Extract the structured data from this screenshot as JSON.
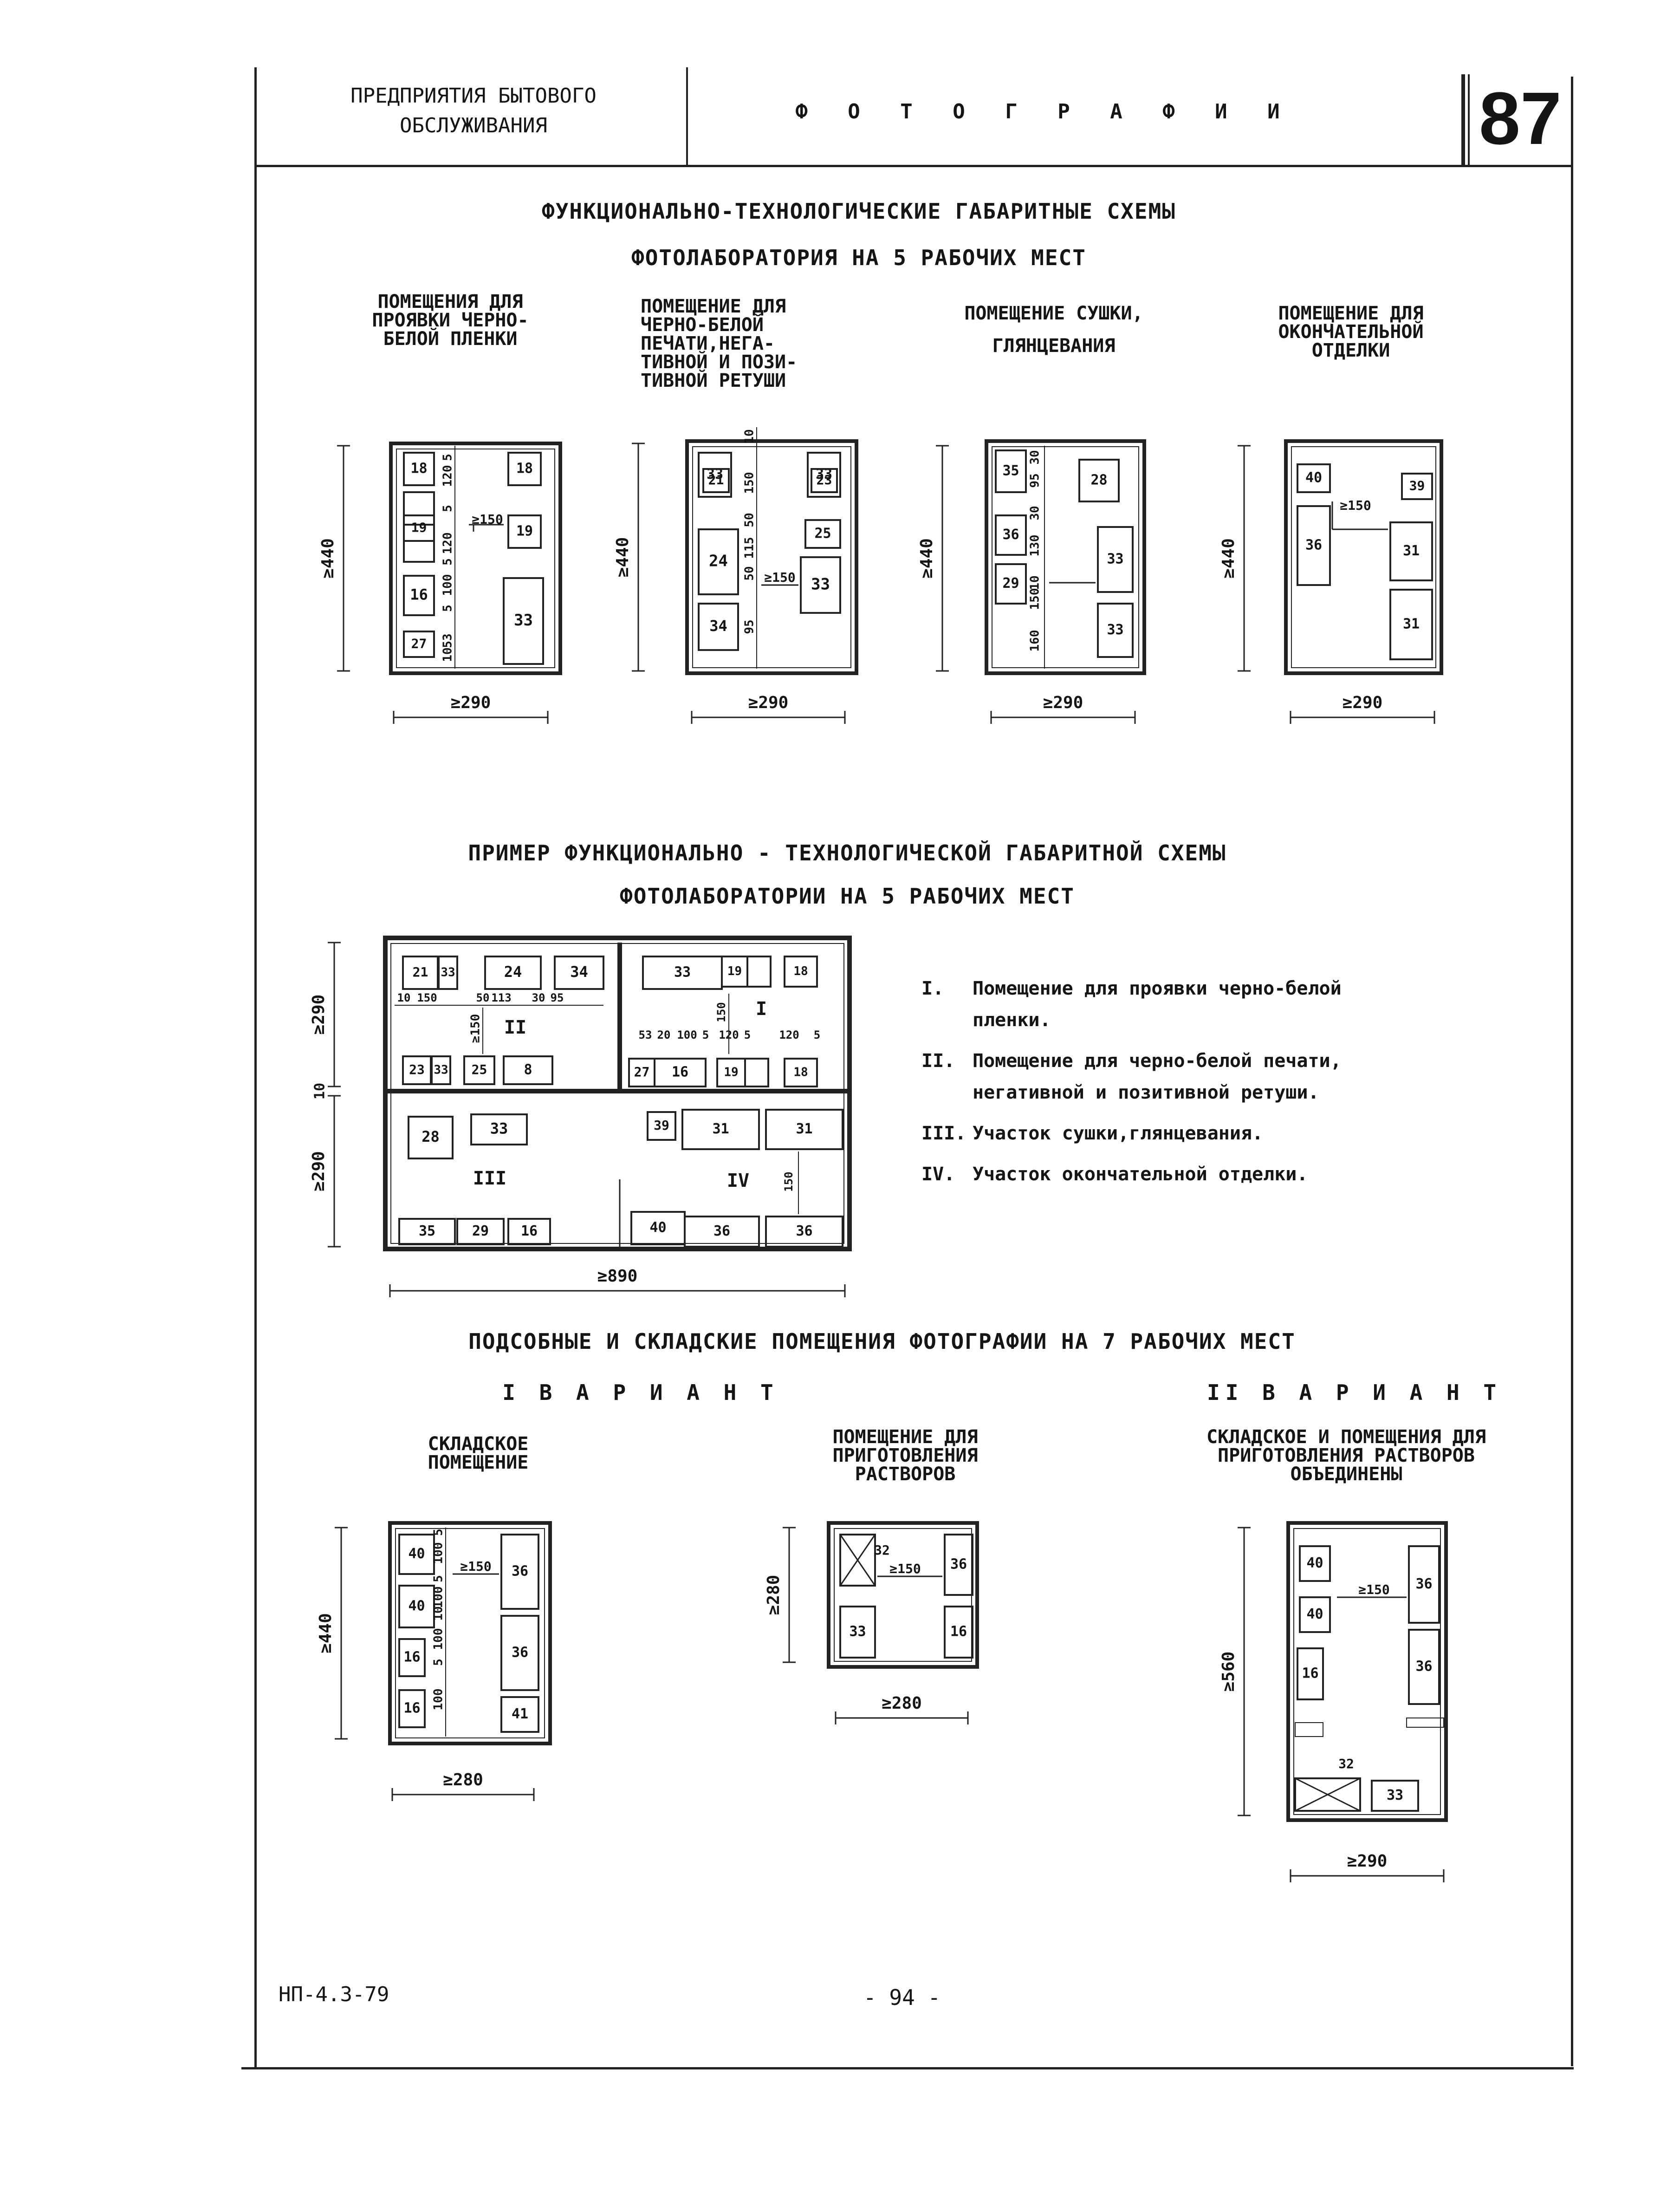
{
  "header": {
    "org_line1": "ПРЕДПРИЯТИЯ БЫТОВОГО",
    "org_line2": "ОБСЛУЖИВАНИЯ",
    "section": "Ф О Т О Г Р А Ф И И",
    "sheet_number": "87"
  },
  "section1": {
    "title1": "ФУНКЦИОНАЛЬНО-ТЕХНОЛОГИЧЕСКИЕ ГАБАРИТНЫЕ СХЕМЫ",
    "title2": "ФОТОЛАБОРАТОРИЯ НА 5 РАБОЧИХ МЕСТ",
    "labels": [
      "ПОМЕЩЕНИЯ ДЛЯ\nПРОЯВКИ ЧЕРНО-\nБЕЛОЙ ПЛЕНКИ",
      "ПОМЕЩЕНИЕ ДЛЯ\nЧЕРНО-БЕЛОЙ\nПЕЧАТИ,НЕГА-\nТИВНОЙ И ПОЗИ-\nТИВНОЙ РЕТУШИ",
      "ПОМЕЩЕНИЕ СУШКИ,\nГЛЯНЦЕВАНИЯ",
      "ПОМЕЩЕНИЕ ДЛЯ\nОКОНЧАТЕЛЬНОЙ\nОТДЕЛКИ"
    ]
  },
  "section2": {
    "title1": "ПРИМЕР ФУНКЦИОНАЛЬНО - ТЕХНОЛОГИЧЕСКОЙ ГАБАРИТНОЙ СХЕМЫ",
    "title2": "ФОТОЛАБОРАТОРИИ НА 5 РАБОЧИХ МЕСТ",
    "legend": [
      {
        "num": "I.",
        "text": "Помещение для проявки черно-белой"
      },
      {
        "num": "",
        "text": "пленки."
      },
      {
        "num": "II.",
        "text": "Помещение для черно-белой печати,"
      },
      {
        "num": "",
        "text": "негативной и позитивной ретуши."
      },
      {
        "num": "III.",
        "text": "Участок сушки,глянцевания."
      },
      {
        "num": "IV.",
        "text": "Участок окончательной отделки."
      }
    ]
  },
  "section3": {
    "title": "ПОДСОБНЫЕ И СКЛАДСКИЕ ПОМЕЩЕНИЯ ФОТОГРАФИИ НА 7 РАБОЧИХ МЕСТ",
    "variant1": "I В А Р И А Н Т",
    "variant2": "II В А Р И А Н Т",
    "labels": [
      "СКЛАДСКОЕ\nПОМЕЩЕНИЕ",
      "ПОМЕЩЕНИЕ ДЛЯ\nПРИГОТОВЛЕНИЯ\nРАСТВОРОВ",
      "СКЛАДСКОЕ И ПОМЕЩЕНИЯ ДЛЯ\nПРИГОТОВЛЕНИЯ РАСТВОРОВ\nОБЪЕДИНЕНЫ"
    ]
  },
  "plans": {
    "p1": {
      "h": "≥440",
      "w": "≥290",
      "items": [
        "18",
        "19",
        "16",
        "27",
        "18",
        "19",
        "33"
      ],
      "dims": [
        "5",
        "120",
        "5",
        "120",
        "5",
        "100",
        "5",
        "53",
        "10"
      ],
      "clear": "≥150"
    },
    "p2": {
      "h": "≥440",
      "w": "≥290",
      "items": [
        "33",
        "21",
        "24",
        "34",
        "33",
        "23",
        "25",
        "33"
      ],
      "dims": [
        "10",
        "150",
        "50",
        "115",
        "50",
        "95"
      ],
      "clear": "≥150"
    },
    "p3": {
      "h": "≥440",
      "w": "≥290",
      "items": [
        "35",
        "36",
        "29",
        "28",
        "33",
        "33"
      ],
      "dims": [
        "30",
        "95",
        "30",
        "130",
        "10",
        "150",
        "160"
      ]
    },
    "p4": {
      "h": "≥440",
      "w": "≥290",
      "items": [
        "40",
        "36",
        "39",
        "31",
        "31"
      ],
      "clear": "≥150"
    },
    "ex": {
      "h1": "≥290",
      "gap": "10",
      "h2": "≥290",
      "w": "≥890",
      "r1": "I",
      "r2": "II",
      "r3": "III",
      "r4": "IV",
      "items_top_left": [
        "21",
        "33",
        "24",
        "34"
      ],
      "items_mid_left": [
        "23",
        "33",
        "25",
        "8"
      ],
      "items_top_right": [
        "33",
        "19",
        "18"
      ],
      "items_mid_right": [
        "27",
        "16",
        "19",
        "18"
      ],
      "items_bot_left_1": [
        "28",
        "33"
      ],
      "items_bot_left_2": [
        "35",
        "29",
        "16"
      ],
      "items_bot_right_1": [
        "39",
        "31",
        "31"
      ],
      "items_bot_right_2": [
        "40",
        "36",
        "36"
      ],
      "dims_l": [
        "10",
        "150",
        "50",
        "113",
        "30",
        "95"
      ],
      "dims_r": [
        "53",
        "20",
        "100",
        "5",
        "120",
        "5",
        "120",
        "5"
      ],
      "v150a": "≥150",
      "v150b": "150",
      "v150c": "150"
    },
    "s1": {
      "h": "≥440",
      "w": "≥280",
      "items": [
        "40",
        "40",
        "16",
        "16",
        "36",
        "36",
        "41"
      ],
      "dims": [
        "5",
        "100",
        "5",
        "100",
        "10",
        "100",
        "5",
        "100"
      ],
      "clear": "≥150"
    },
    "s2": {
      "h": "≥280",
      "w": "≥280",
      "items": [
        "32",
        "33",
        "36",
        "16"
      ],
      "clear": "≥150"
    },
    "s3": {
      "h": "≥560",
      "w": "≥290",
      "items": [
        "40",
        "40",
        "16",
        "36",
        "36",
        "32",
        "33"
      ],
      "clear": "≥150"
    }
  },
  "footer": {
    "code": "НП-4.3-79",
    "page": "- 94 -"
  }
}
